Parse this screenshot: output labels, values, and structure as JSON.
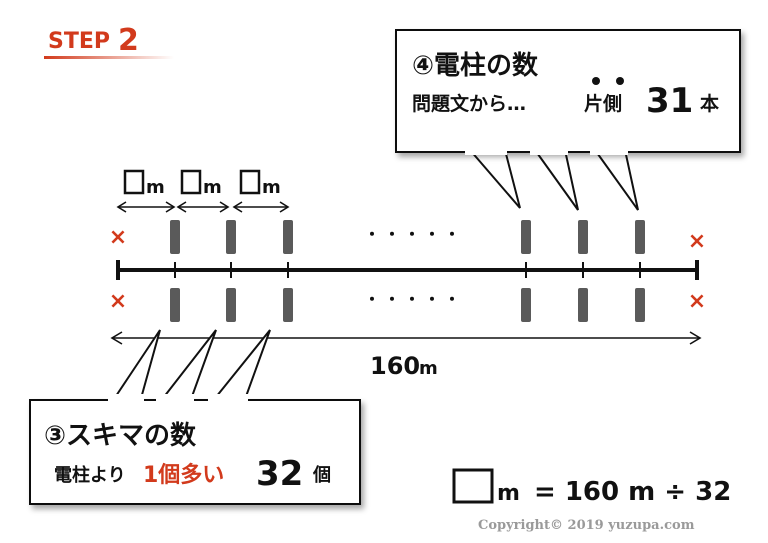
{
  "step": {
    "prefix": "STEP",
    "number": "2"
  },
  "poles_box": {
    "title": "④電柱の数",
    "line_prefix": "問題文から…",
    "emphasis": "片側",
    "count": "31",
    "unit": "本"
  },
  "gaps_box": {
    "title": "③スキマの数",
    "line_prefix": "電柱より",
    "highlight": "1個多い",
    "count": "32",
    "unit": "個"
  },
  "gap_unit_label": "m",
  "ellipsis": "・・・・・",
  "x_mark": "×",
  "total_length": {
    "value": "160",
    "unit": "m"
  },
  "formula": {
    "unit": "m",
    "rest": "= 160 m ÷ 32"
  },
  "copyright": "Copyright© 2019 yuzupa.com",
  "colors": {
    "accent": "#d23a1c",
    "pole": "#5a5a5a",
    "line": "#111111"
  }
}
